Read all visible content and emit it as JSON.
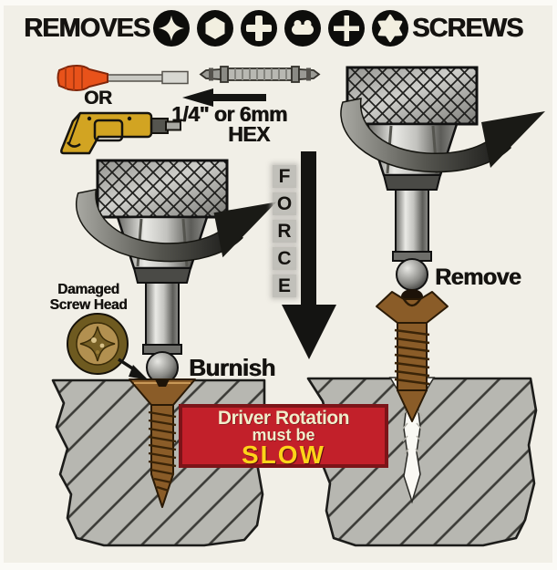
{
  "header": {
    "removes": "REMOVES",
    "screws": "SCREWS",
    "screw_types": [
      "phillips-star",
      "hex-socket",
      "pozidriv-cross",
      "clutch-slot",
      "cross",
      "torx-star"
    ]
  },
  "tools": {
    "or_label": "OR",
    "size_line1": "1/4\" or 6mm",
    "size_line2": "HEX"
  },
  "force": {
    "letters": [
      "F",
      "O",
      "R",
      "C",
      "E"
    ]
  },
  "labels": {
    "damaged_line1": "Damaged",
    "damaged_line2": "Screw Head",
    "burnish": "Burnish",
    "remove": "Remove"
  },
  "warning": {
    "line1": "Driver Rotation",
    "line2": "must be",
    "line3": "SLOW"
  },
  "colors": {
    "paper": "#f1efe7",
    "ink_black": "#151310",
    "warning_red": "#c2202a",
    "warning_border": "#7c1418",
    "warning_cream": "#f2ecca",
    "warning_yellow": "#ffd319",
    "drill_yellow": "#d2a422",
    "handle_orange": "#e8521a",
    "screw_brown": "#8a5c28",
    "wood_gray": "#b7b7b1"
  }
}
